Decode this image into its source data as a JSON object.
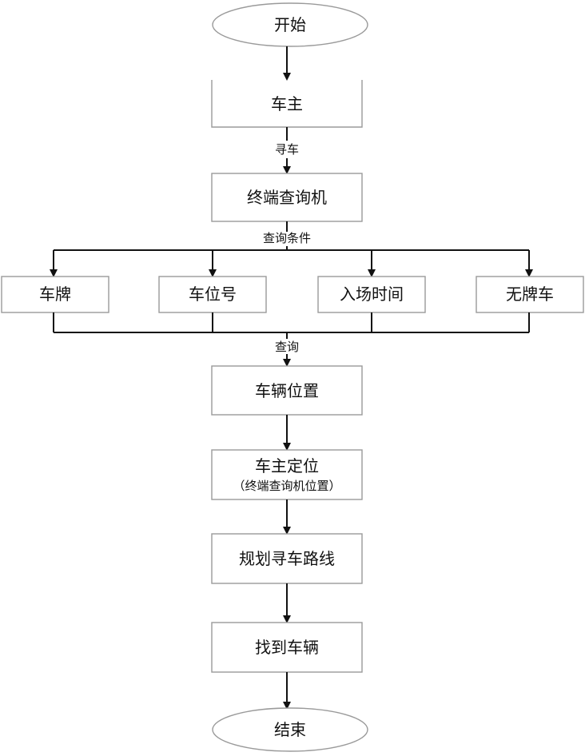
{
  "nodes": {
    "start": "开始",
    "owner": "车主",
    "terminal": "终端查询机",
    "plate": "车牌",
    "spot": "车位号",
    "entry_time": "入场时间",
    "no_plate": "无牌车",
    "vehicle_location": "车辆位置",
    "owner_locate": "车主定位",
    "owner_locate_sub": "（终端查询机位置）",
    "plan_route": "规划寻车路线",
    "found": "找到车辆",
    "end": "结束"
  },
  "edges": {
    "find_car": "寻车",
    "query_conditions": "查询条件",
    "query": "查询"
  },
  "colors": {
    "line": "#111111",
    "box_border": "#9a9a9a",
    "background": "#ffffff"
  }
}
